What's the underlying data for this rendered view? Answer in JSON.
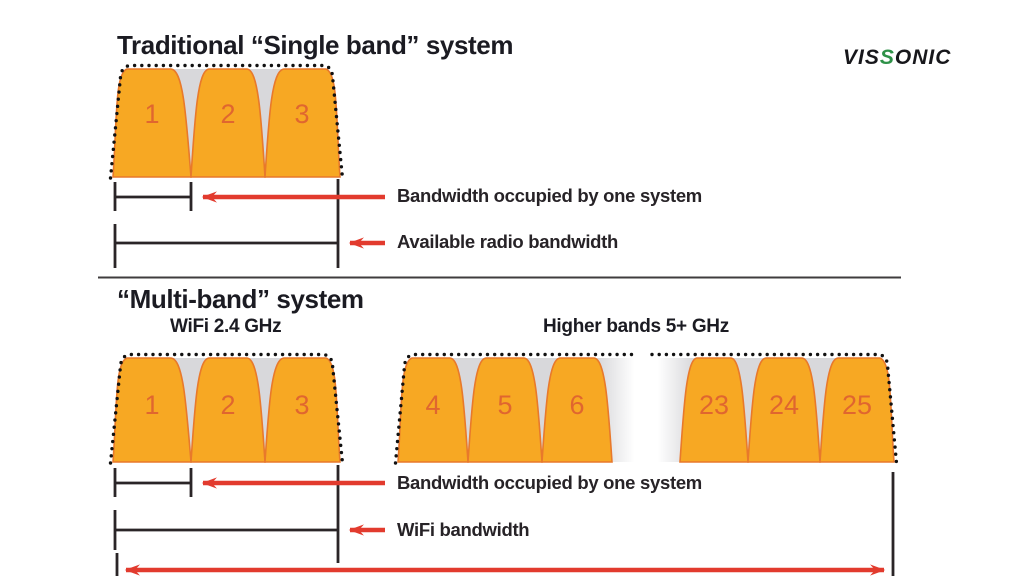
{
  "logo": {
    "prefix": "VIS",
    "accent_letter": "S",
    "suffix": "ONIC",
    "accent_color": "#2E9148",
    "text_color": "#17171B"
  },
  "traditional": {
    "title": "Traditional “Single band” system",
    "bands": [
      "1",
      "2",
      "3"
    ],
    "annotation_occupied": "Bandwidth occupied by one system",
    "annotation_available": "Available radio bandwidth"
  },
  "multiband": {
    "title": "“Multi-band” system",
    "wifi_label": "WiFi 2.4 GHz",
    "higher_label": "Higher bands 5+ GHz",
    "wifi_bands": [
      "1",
      "2",
      "3"
    ],
    "higher_bands_lower": [
      "4",
      "5",
      "6"
    ],
    "higher_bands_upper": [
      "23",
      "24",
      "25"
    ],
    "annotation_occupied": "Bandwidth occupied by one system",
    "annotation_wifi": "WiFi bandwidth"
  },
  "colors": {
    "band_fill": "#F7A823",
    "band_stroke": "#E8792B",
    "band_number": "#E0662F",
    "idle_gray": "#D8D8DB",
    "arrow_red": "#E23B2E",
    "line_black": "#2A2527",
    "text_dark": "#1B1B22"
  }
}
